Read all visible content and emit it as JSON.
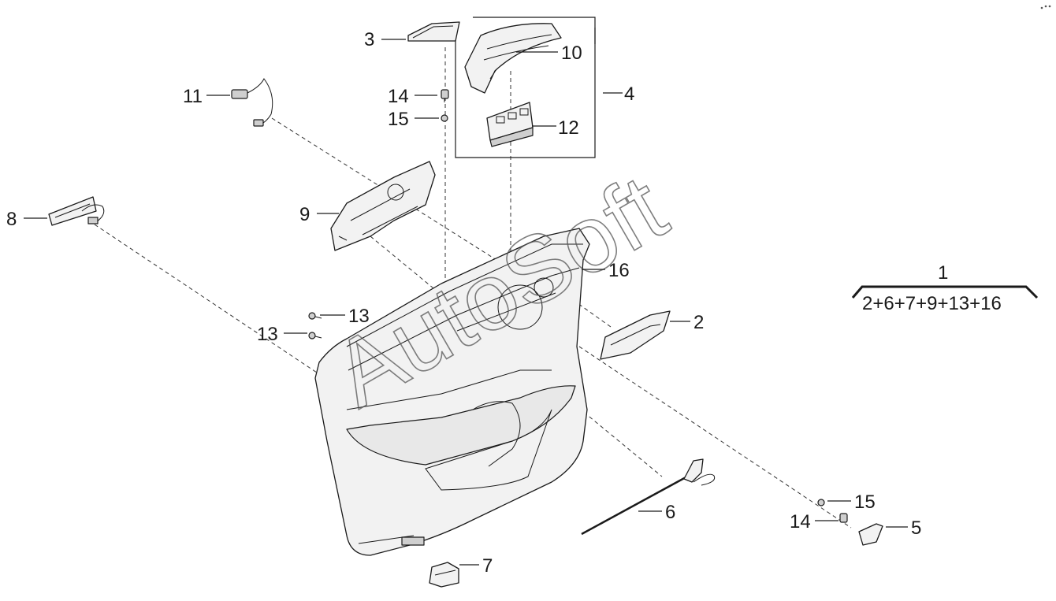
{
  "watermark": "AutoSoft",
  "callouts": {
    "c1": "1",
    "c2": "2",
    "c3": "3",
    "c4": "4",
    "c5": "5",
    "c6": "6",
    "c7": "7",
    "c8": "8",
    "c9": "9",
    "c10": "10",
    "c11": "11",
    "c12": "12",
    "c13a": "13",
    "c13b": "13",
    "c14a": "14",
    "c14b": "14",
    "c15a": "15",
    "c15b": "15",
    "c16": "16"
  },
  "assembly_formula": "2+6+7+9+13+16"
}
